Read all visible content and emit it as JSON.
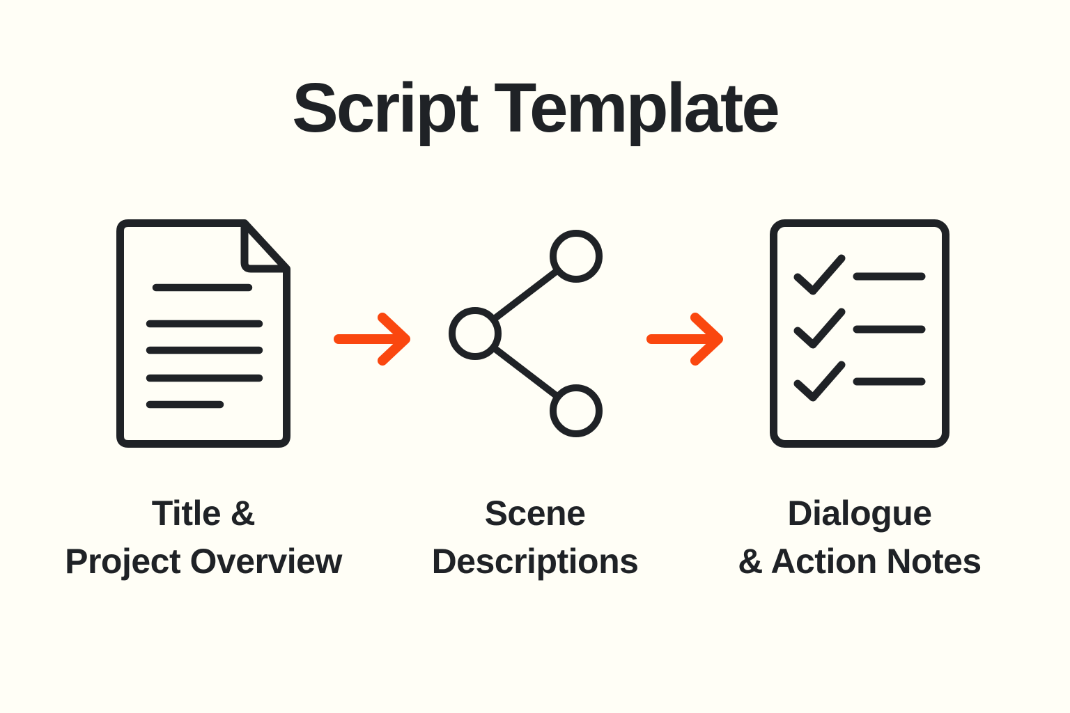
{
  "title": "Script Template",
  "colors": {
    "background": "#FFFEF6",
    "ink": "#1F2226",
    "accent": "#FA470F"
  },
  "steps": [
    {
      "icon": "document-icon",
      "label_line1": "Title &",
      "label_line2": "Project Overview"
    },
    {
      "icon": "share-nodes-icon",
      "label_line1": "Scene",
      "label_line2": "Descriptions"
    },
    {
      "icon": "checklist-icon",
      "label_line1": "Dialogue",
      "label_line2": "& Action Notes"
    }
  ]
}
